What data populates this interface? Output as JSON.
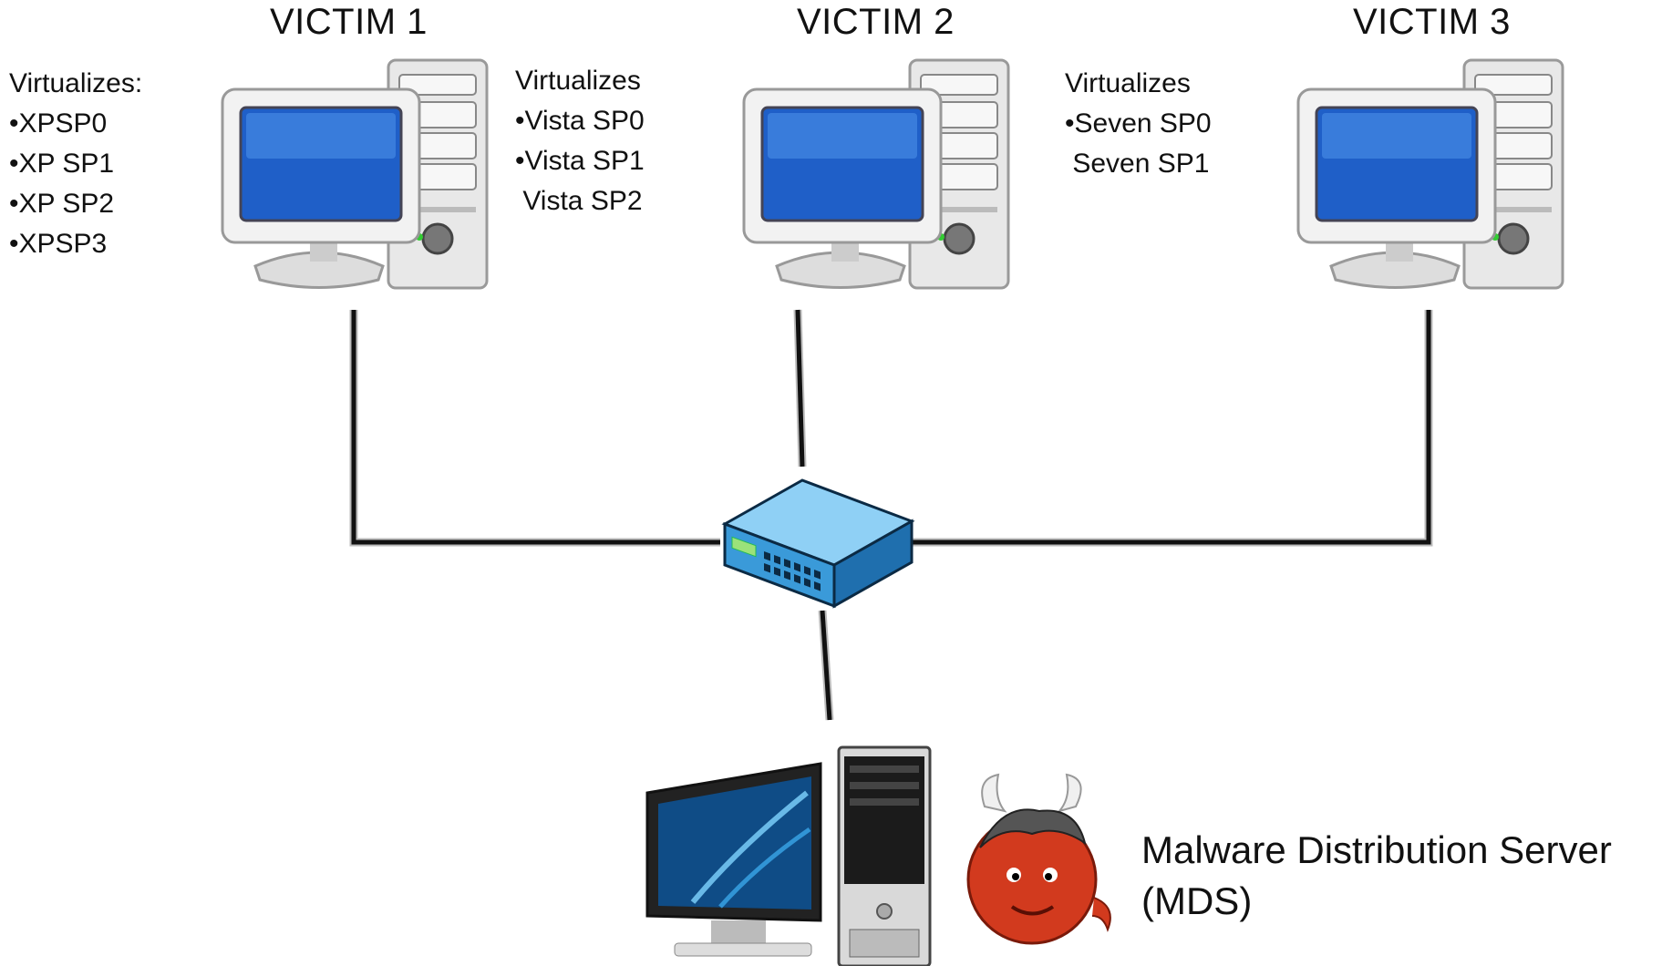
{
  "victims": [
    {
      "title": "VICTIM 1",
      "heading": "Virtualizes:",
      "lines": [
        "•XPSP0",
        "•XP SP1",
        "•XP SP2",
        "•XPSP3"
      ]
    },
    {
      "title": "VICTIM 2",
      "heading": "Virtualizes",
      "lines": [
        "•Vista SP0",
        "•Vista SP1",
        " Vista SP2"
      ]
    },
    {
      "title": "VICTIM 3",
      "heading": "Virtualizes",
      "lines": [
        "•Seven SP0",
        " Seven SP1"
      ]
    }
  ],
  "server": {
    "line1": "Malware Distribution Server",
    "line2": "(MDS)"
  },
  "icons": [
    "desktop-computer-icon",
    "network-switch-icon",
    "server-computer-icon",
    "devil-mascot-icon"
  ],
  "colors": {
    "screen": "#1f5fc8",
    "switch": "#3a9ad9",
    "devil": "#d23a1e",
    "cable": "#111111"
  }
}
